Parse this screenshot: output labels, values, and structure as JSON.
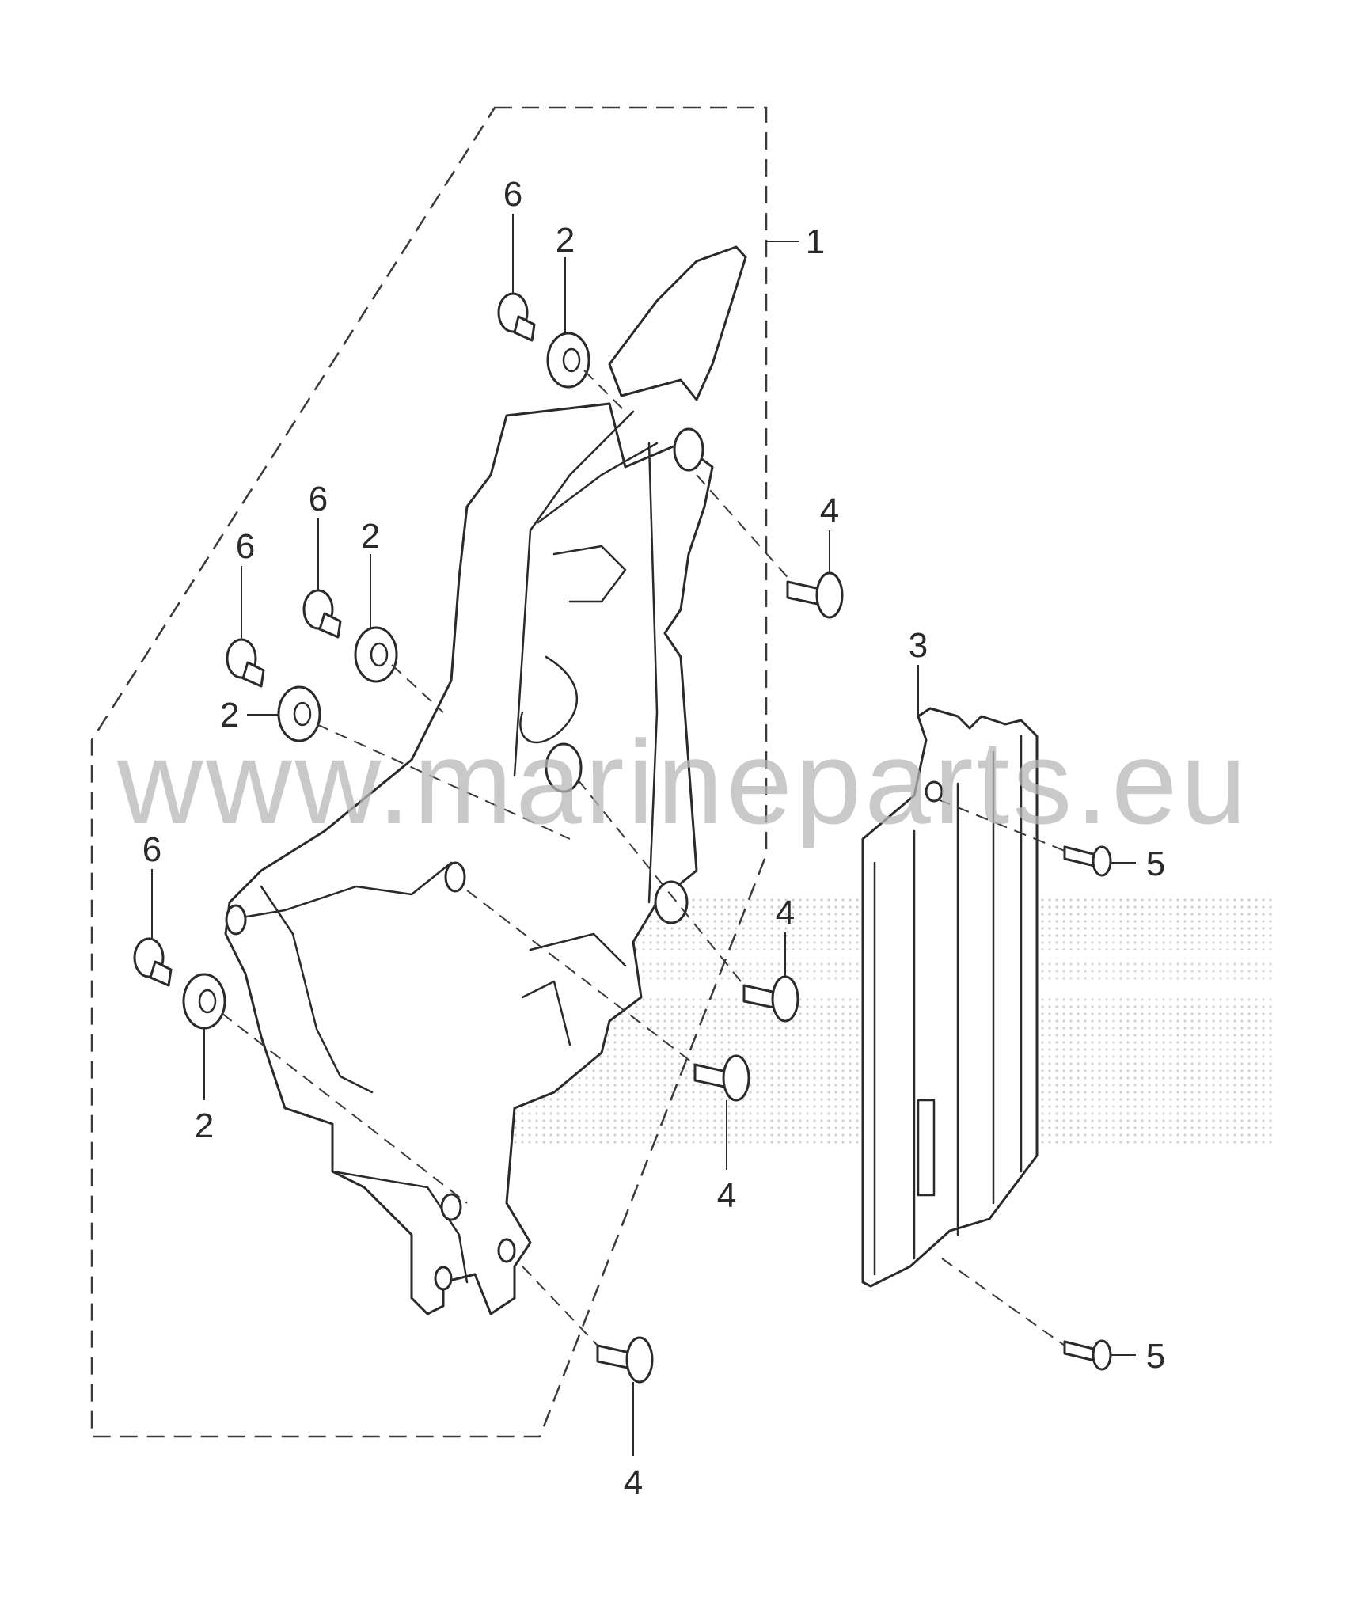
{
  "watermark": {
    "text": "www.marineparts.eu"
  },
  "callouts": {
    "c1": "1",
    "c2a": "2",
    "c2b": "2",
    "c2c": "2",
    "c2d": "2",
    "c3": "3",
    "c4a": "4",
    "c4b": "4",
    "c4c": "4",
    "c4d": "4",
    "c5a": "5",
    "c5b": "5",
    "c6a": "6",
    "c6b": "6",
    "c6c": "6",
    "c6d": "6"
  },
  "colors": {
    "line": "#2a2a2a",
    "watermark": "#b7b7b7",
    "background": "#ffffff"
  }
}
